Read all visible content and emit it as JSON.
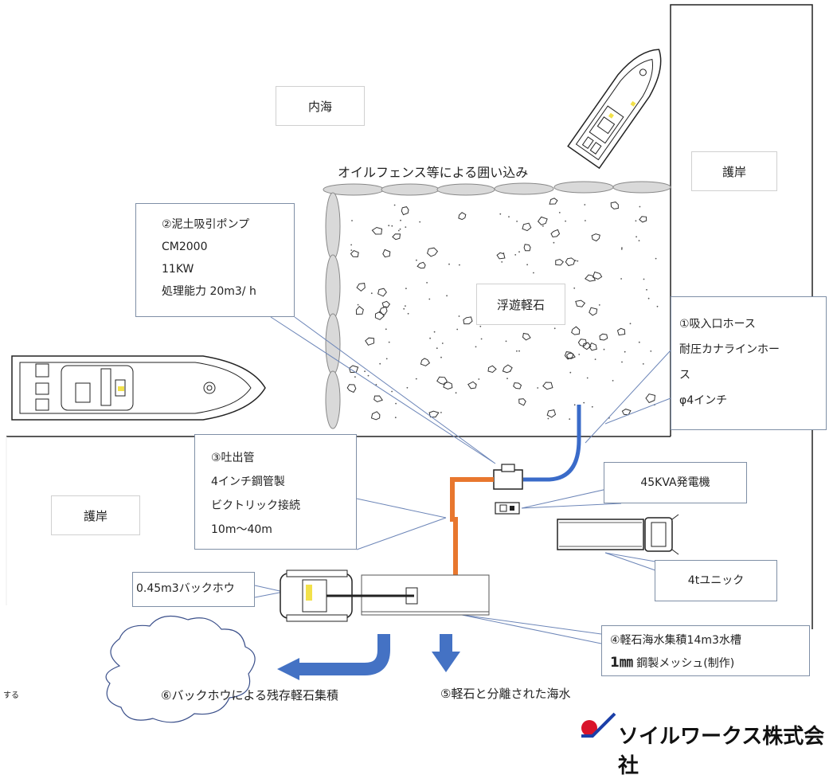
{
  "areas": {
    "inner_sea": "内海",
    "seawall_right": "護岸",
    "seawall_left": "護岸",
    "floating_pumice": "浮遊軽石"
  },
  "fence_label": "オイルフェンス等による囲い込み",
  "callouts": {
    "suction_hose": {
      "lines": [
        "①吸入口ホース",
        "耐圧カナラインホー",
        "ス",
        "φ4インチ"
      ]
    },
    "pump": {
      "lines": [
        "②泥土吸引ポンプ",
        "CM2000",
        "11KW",
        "処理能力 20m3/ h"
      ]
    },
    "discharge_pipe": {
      "lines": [
        "③吐出管",
        "4インチ鋼管製",
        "ビクトリック接続",
        "10m〜40m"
      ]
    },
    "generator": "45KVA発電機",
    "truck": "4tユニック",
    "backhoe": "0.45m3バックホウ",
    "tank": {
      "line1": "④軽石海水集積14m3水槽",
      "line2_prefix": "1㎜",
      "line2_rest": "鋼製メッシュ(制作)"
    }
  },
  "flow_labels": {
    "separated_water": "⑤軽石と分離された海水",
    "backhoe_collection": "⑥バックホウによる残存軽石集積"
  },
  "edge_text": "する",
  "company": "ソイルワークス株式会社",
  "colors": {
    "hose_blue": "#3a6bc9",
    "pipe_orange": "#e8772e",
    "arrow_blue": "#4472c4",
    "logo_red": "#d9142b",
    "logo_blue": "#1b3fa8"
  }
}
